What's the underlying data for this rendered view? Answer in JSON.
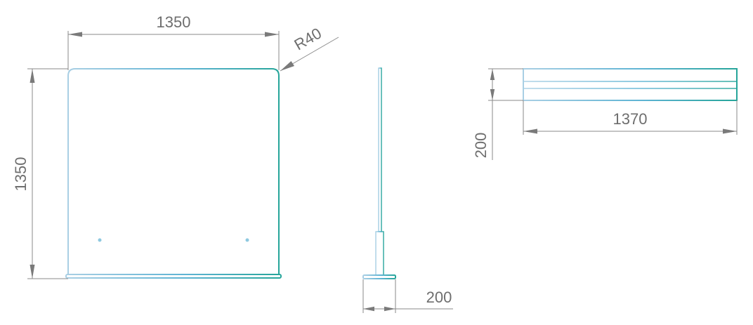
{
  "dimensions": {
    "front_width": "1350",
    "front_height": "1350",
    "radius": "R40",
    "side_depth": "200",
    "top_length": "1370",
    "top_depth": "200"
  },
  "colors": {
    "part_light": "#a9cfe4",
    "part_mid": "#5fb4d4",
    "part_accent": "#26a59a",
    "dimension": "#7a7a7a"
  }
}
